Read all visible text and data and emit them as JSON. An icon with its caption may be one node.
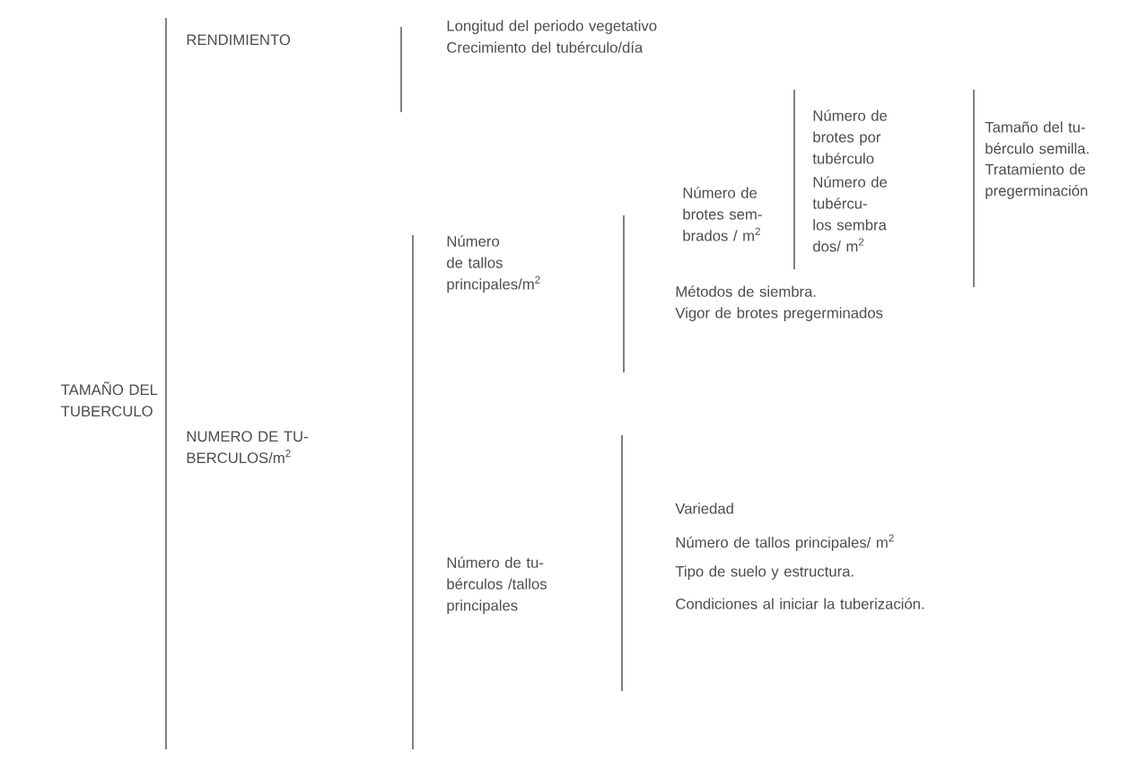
{
  "diagram": {
    "labels": [
      "TAMAÑO DEL TUBERCULO",
      "RENDIMIENTO",
      "Longitud del periodo vegetativo",
      "Crecimiento del tubérculo/día",
      "NUMERO DE TU- BERCULOS/m$^{2}$",
      "Número de tallos principales/m$^{2}$",
      "Número de brotes sem- brados / m$^{2}$",
      "Número de brotes por tubérculo",
      "Número de tubércu- los sembra dos/ m$^{2}$",
      "Tamaño del tu- bérculo semilla.",
      "Tratamiento de pregerminación",
      "Métodos de siembra.",
      "Vigor de brotes pregerminados",
      "Número de tu- bérculos /tallos principales",
      "Variedad",
      "Número de tallos principales/ m$^{2}$",
      "Tipo de suelo y estructura.",
      "Condiciones al iniciar la tuberización."
    ]
  }
}
